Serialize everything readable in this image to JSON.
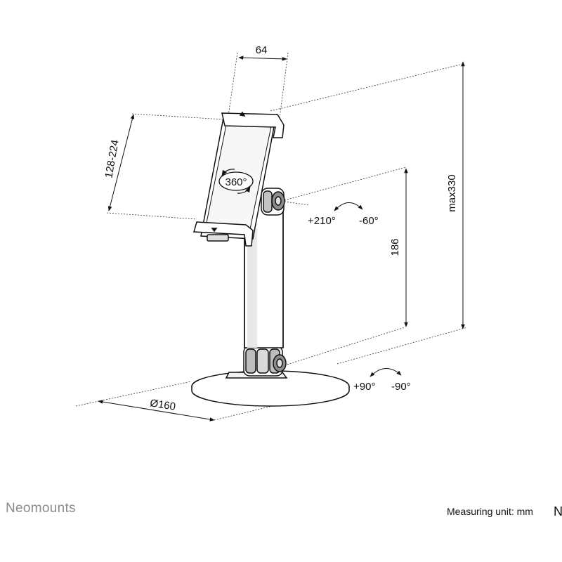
{
  "dimensions": {
    "clamp_width": "64",
    "clamp_range": "128-224",
    "rotation": "360°",
    "tilt_up": "+210°",
    "tilt_down": "-60°",
    "arm_height": "186",
    "max_height": "max330",
    "swivel_plus": "+90°",
    "swivel_minus": "-90°",
    "base_diameter": "Ø160"
  },
  "footer": {
    "brand": "Neomounts",
    "measuring_unit": "Measuring unit: mm",
    "edge_mark": "N"
  }
}
